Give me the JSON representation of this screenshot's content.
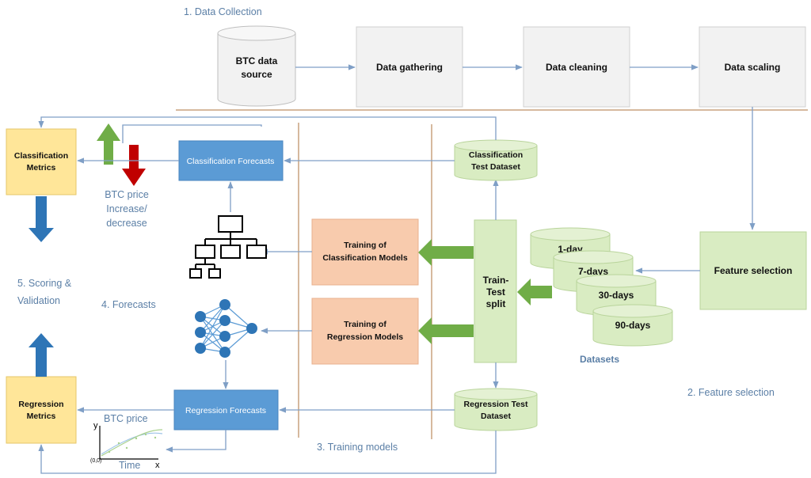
{
  "sections": {
    "data_collection": "1. Data Collection",
    "feature_selection": "2. Feature selection",
    "training_models": "3. Training models",
    "forecasts": "4. Forecasts",
    "scoring_validation": [
      "5. Scoring &",
      "Validation"
    ]
  },
  "boxes": {
    "btc_source": [
      "BTC data",
      "source"
    ],
    "data_gathering": "Data gathering",
    "data_cleaning": "Data cleaning",
    "data_scaling": "Data scaling",
    "feature_selection": "Feature selection",
    "train_test_split": [
      "Train-",
      "Test",
      "split"
    ],
    "classification_test": [
      "Classification",
      "Test Dataset"
    ],
    "regression_test": [
      "Regression Test",
      "Dataset"
    ],
    "training_classification": [
      "Training of",
      "Classification Models"
    ],
    "training_regression": [
      "Training of",
      "Regression Models"
    ],
    "classification_forecasts": "Classification Forecasts",
    "regression_forecasts": "Regression Forecasts",
    "classification_metrics": [
      "Classification",
      "Metrics"
    ],
    "regression_metrics": [
      "Regression",
      "Metrics"
    ]
  },
  "datasets": {
    "label": "Datasets",
    "items": [
      "1-day",
      "7-days",
      "30-days",
      "90-days"
    ]
  },
  "annotations": {
    "btc_price_change": [
      "BTC price",
      "Increase/",
      "decrease"
    ],
    "btc_price": "BTC price",
    "axis_y": "y",
    "axis_x": "x",
    "origin": "(0,0)",
    "time": "Time"
  },
  "colors": {
    "gray_box": "#f2f2f2",
    "green_box": "#d9ecc2",
    "orange_box": "#f8cbad",
    "blue_box": "#5b9bd5",
    "yellow_box": "#ffe699",
    "arrow_blue": "#7f9fc6",
    "divider": "#c9a27e",
    "arrow_green": "#70ad47",
    "arrow_red": "#c00000"
  }
}
